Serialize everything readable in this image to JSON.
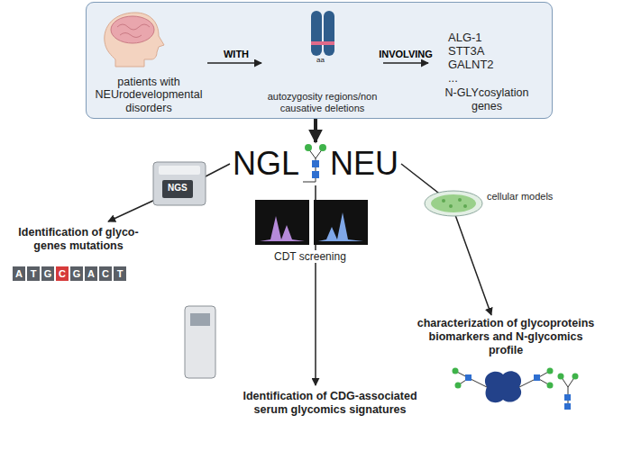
{
  "diagram": {
    "nodes": [
      {
        "text": []
      },
      {
        "text": [
          "patients with NEUrodevelopmental disorders"
        ],
        "in": 0
      },
      {
        "text": [
          "autozygosity regions/non causative deletions"
        ],
        "in": 0
      },
      {
        "text": [
          "ALG-1 STT3A GALNT2 ...",
          "N-GLYcosylation genes"
        ],
        "in": 0
      },
      {
        "text": [
          "NGL",
          "NEU"
        ]
      },
      {
        "text": [
          "Identification of glyco-genes mutations"
        ]
      },
      {
        "text": [
          "Identification of CDG-associated serum glycomics signatures"
        ]
      },
      {
        "text": [
          "characterization of glycoproteins biomarkers and N-glycomics profile"
        ]
      }
    ],
    "edges": [
      {
        "from": 1,
        "to": 2,
        "arrow": "to",
        "label": "WITH"
      },
      {
        "from": 2,
        "to": 3,
        "arrow": "to",
        "label": "INVOLVING"
      },
      {
        "from": 0,
        "to": 4,
        "arrow": "to"
      },
      {
        "from": 4,
        "to": 5,
        "arrow": "to"
      },
      {
        "from": 4,
        "to": 6,
        "arrow": "to"
      },
      {
        "from": 4,
        "to": 7,
        "arrow": "to"
      }
    ],
    "labels": [
      "aa",
      "NGS",
      "CDT screening",
      "cellular models",
      "A",
      "T",
      "G",
      "C",
      "G",
      "A",
      "C",
      "T"
    ]
  }
}
